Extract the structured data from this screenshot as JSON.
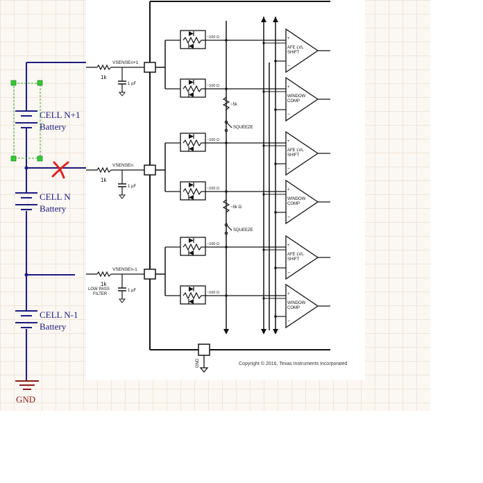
{
  "cells": [
    {
      "name": "CELL N+1",
      "type": "Battery"
    },
    {
      "name": "CELL N",
      "type": "Battery"
    },
    {
      "name": "CELL N-1",
      "type": "Battery"
    }
  ],
  "ground_label": "GND",
  "inputs": [
    {
      "pin": "VSENSEn+1",
      "resistor": "1k",
      "capacitor": "1 µF",
      "filter": ""
    },
    {
      "pin": "VSENSEn",
      "resistor": "1k",
      "capacitor": "1 µF",
      "filter": ""
    },
    {
      "pin": "VSENSEn-1",
      "resistor": "1k",
      "capacitor": "1 µF",
      "filter": "LOW PASS FILTER"
    }
  ],
  "internal_resistors": [
    "~100 Ω",
    "~100 Ω",
    "~100 Ω",
    "~100 Ω",
    "~100 Ω",
    "~100 Ω"
  ],
  "squeeze": [
    {
      "resistor": "~5k",
      "switch": "SQUEEZE"
    },
    {
      "resistor": "~5k Ω",
      "switch": "SQUEEZE"
    }
  ],
  "amplifiers": [
    {
      "line1": "AFE LVL",
      "line2": "SHIFT"
    },
    {
      "line1": "WINDOW",
      "line2": "COMP"
    },
    {
      "line1": "AFE LVL",
      "line2": "SHIFT"
    },
    {
      "line1": "WINDOW",
      "line2": "COMP"
    },
    {
      "line1": "AFE LVL",
      "line2": "SHIFT"
    },
    {
      "line1": "WINDOW",
      "line2": "COMP"
    }
  ],
  "gnd_pin": "GND",
  "copyright": "Copyright © 2016, Texas Instruments Incorporated",
  "colors": {
    "wire": "#1a1a80",
    "selection": "#33aa33",
    "error": "#e02020",
    "ground": "#8a1a1a",
    "ic": "#111111"
  }
}
